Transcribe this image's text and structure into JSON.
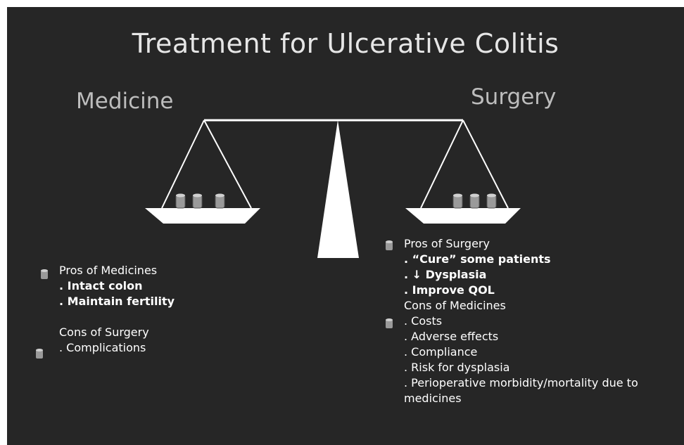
{
  "slide": {
    "title": "Treatment for Ulcerative Colitis",
    "left_label": "Medicine",
    "right_label": "Surgery"
  },
  "left_list": {
    "pros_heading": "Pros of Medicines",
    "pros_items": [
      ". Intact colon",
      ". Maintain fertility"
    ],
    "cons_heading": "Cons of Surgery",
    "cons_items": [
      ". Complications"
    ]
  },
  "right_list": {
    "pros_heading": "Pros of Surgery",
    "pros_items": [
      ". “Cure” some patients",
      ". ↓ Dysplasia",
      ". Improve QOL"
    ],
    "cons_heading": "Cons of Medicines",
    "cons_items": [
      ". Costs",
      ". Adverse effects",
      ". Compliance",
      ". Risk for dysplasia",
      ". Perioperative morbidity/mortality due to",
      "medicines"
    ]
  },
  "colors": {
    "background": "#262626",
    "text": "#ffffff",
    "scale": "#ffffff",
    "weight": "#9a9a9a"
  },
  "icons": {
    "weight": "cylinder-weight-icon"
  }
}
